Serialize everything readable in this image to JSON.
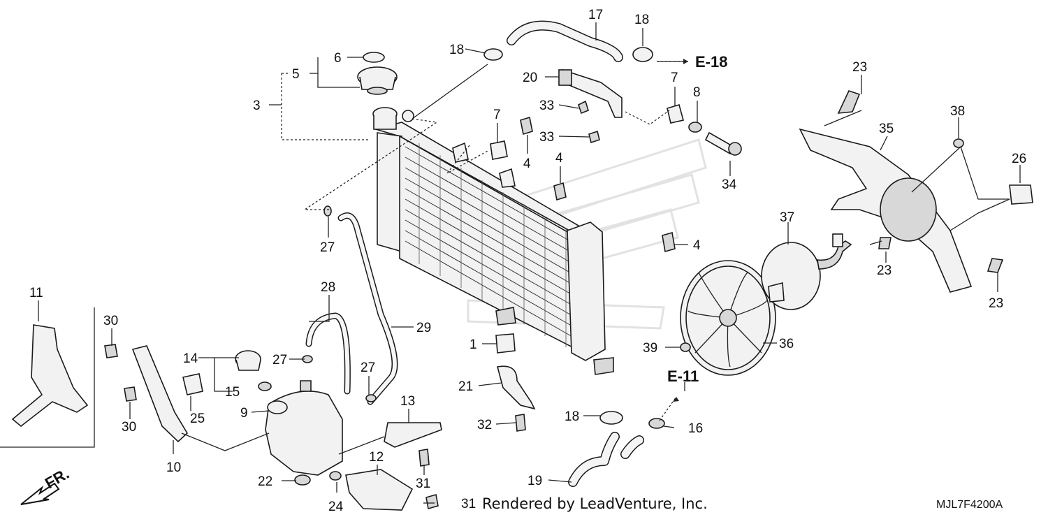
{
  "diagram": {
    "callouts": [
      "1",
      "3",
      "4",
      "4",
      "4",
      "5",
      "6",
      "7",
      "7",
      "8",
      "9",
      "10",
      "11",
      "12",
      "13",
      "14",
      "15",
      "16",
      "17",
      "18",
      "18",
      "18",
      "19",
      "20",
      "21",
      "22",
      "23",
      "23",
      "23",
      "24",
      "25",
      "26",
      "27",
      "27",
      "27",
      "28",
      "29",
      "30",
      "30",
      "31",
      "31",
      "32",
      "33",
      "33",
      "34",
      "35",
      "36",
      "37",
      "38",
      "39"
    ],
    "references": [
      "E-18",
      "E-11"
    ],
    "direction_label": "FR.",
    "credit": "Rendered by LeadVenture, Inc.",
    "diagram_code": "MJL7F4200A"
  }
}
